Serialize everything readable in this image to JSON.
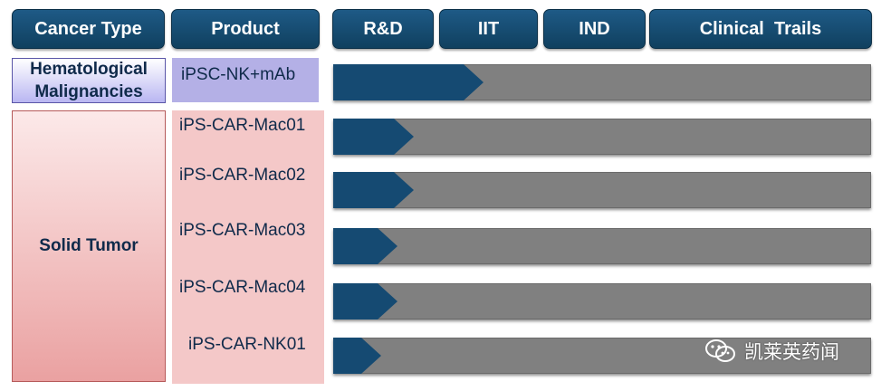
{
  "headers": {
    "cancer_type": "Cancer Type",
    "product": "Product",
    "stages": [
      "R&D",
      "IIT",
      "IND",
      "Clinical  Trails"
    ]
  },
  "categories": {
    "heme_line1": "Hematological",
    "heme_line2": "Malignancies",
    "solid": "Solid Tumor"
  },
  "watermark": {
    "icon": "wechat-icon",
    "text": "凯莱英药闻"
  },
  "colors": {
    "header": "#10405f",
    "progress": "#154a72",
    "track": "#808080"
  },
  "chart_data": {
    "type": "bar",
    "orientation": "horizontal",
    "categories": [
      "iPSC-NK+mAb",
      "iPS-CAR-Mac01",
      "iPS-CAR-Mac02",
      "iPS-CAR-Mac03",
      "iPS-CAR-Mac04",
      "iPS-CAR-NK01"
    ],
    "groups": [
      "Hematological Malignancies",
      "Solid Tumor",
      "Solid Tumor",
      "Solid Tumor",
      "Solid Tumor",
      "Solid Tumor"
    ],
    "stage_labels": [
      "R&D",
      "IIT",
      "IND",
      "Clinical  Trails"
    ],
    "values": [
      0.28,
      0.15,
      0.15,
      0.12,
      0.12,
      0.09
    ],
    "xlim": [
      0,
      1
    ]
  }
}
